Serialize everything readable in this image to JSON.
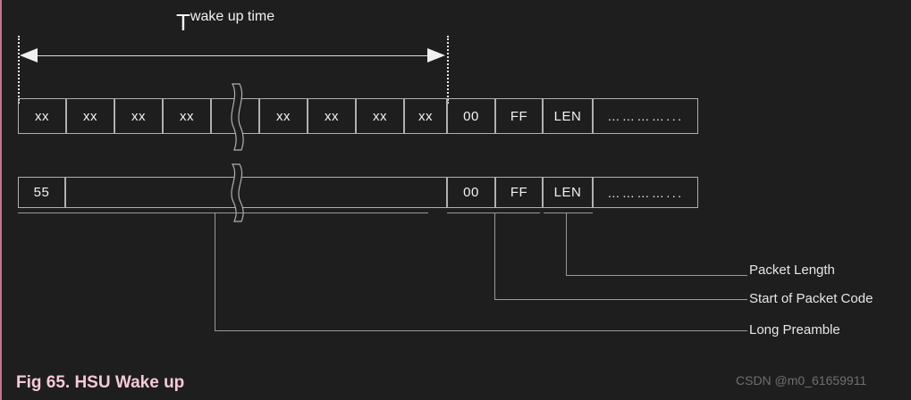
{
  "figure": {
    "caption": "Fig 65. HSU Wake up",
    "watermark": "CSDN @m0_61659911",
    "accent_color": "#b9798c",
    "background_color": "#1e1e1e",
    "line_color": "#b0b0b0",
    "text_color": "#f2f2f2"
  },
  "timing": {
    "symbol": "T",
    "subscript": "wake up time"
  },
  "row1": {
    "name": "wake-up-preamble-frame",
    "cells": [
      {
        "label": "xx"
      },
      {
        "label": "xx"
      },
      {
        "label": "xx"
      },
      {
        "label": "xx"
      },
      {
        "label": ""
      },
      {
        "label": "xx"
      },
      {
        "label": "xx"
      },
      {
        "label": "xx"
      },
      {
        "label": "xx"
      },
      {
        "label": "00"
      },
      {
        "label": "FF"
      },
      {
        "label": "LEN"
      },
      {
        "label": "…………..."
      }
    ]
  },
  "row2": {
    "name": "long-preamble-frame",
    "cells": [
      {
        "label": "55"
      },
      {
        "label": ""
      },
      {
        "label": "00"
      },
      {
        "label": "FF"
      },
      {
        "label": "LEN"
      },
      {
        "label": "…………..."
      }
    ]
  },
  "callouts": [
    {
      "label": "Packet Length"
    },
    {
      "label": "Start of Packet Code"
    },
    {
      "label": "Long Preamble"
    }
  ]
}
